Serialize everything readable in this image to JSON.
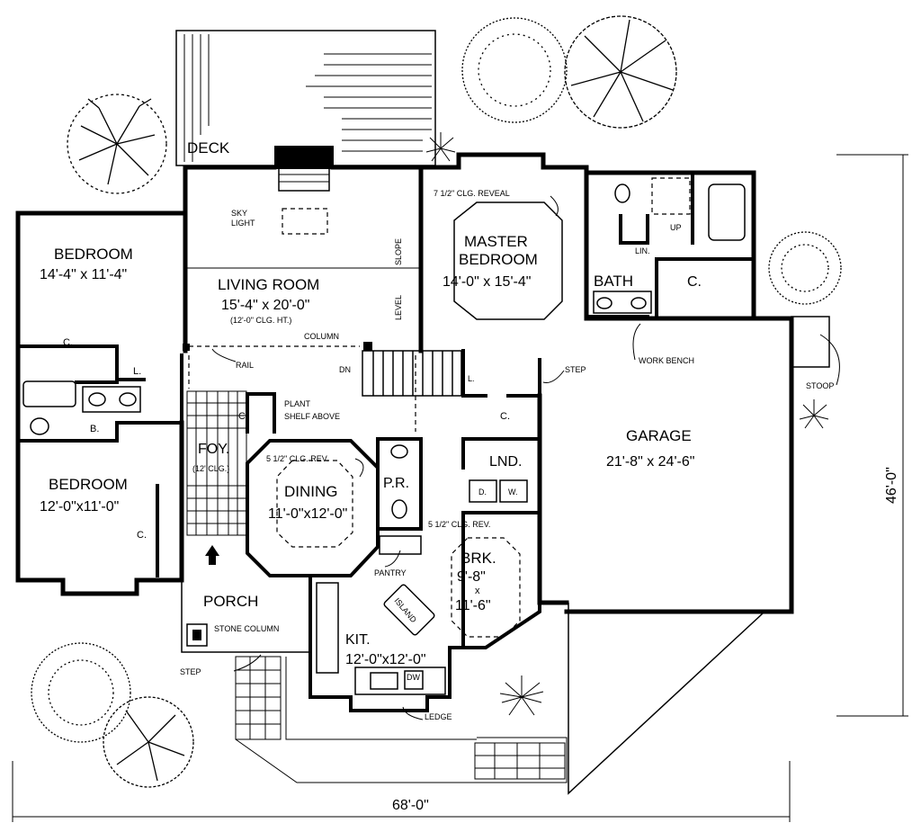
{
  "rooms": {
    "deck": "DECK",
    "skylight_1": "SKY",
    "skylight_2": "LIGHT",
    "bedroom_1_name": "BEDROOM",
    "bedroom_1_dim": "14'-4\" x 11'-4\"",
    "living_name": "LIVING ROOM",
    "living_dim": "15'-4\" x 20'-0\"",
    "living_clg": "(12'-0\" CLG. HT.)",
    "level": "LEVEL",
    "slope": "SLOPE",
    "column": "COLUMN",
    "clg_reveal": "7 1/2\" CLG. REVEAL",
    "master_1": "MASTER",
    "master_2": "BEDROOM",
    "master_dim": "14'-0\" x 15'-4\"",
    "bath": "BATH",
    "up": "UP",
    "lin": "LIN.",
    "closet": "C.",
    "rail": "RAIL",
    "dn": "DN",
    "step": "STEP",
    "work_bench": "WORK BENCH",
    "stoop": "STOOP",
    "plant_shelf_1": "PLANT",
    "plant_shelf_2": "SHELF ABOVE",
    "linen": "L.",
    "bath_b": "B.",
    "foyer": "FOY.",
    "foyer_clg": "(12' CLG.)",
    "dining_rev": "5 1/2\" CLG. REV.",
    "dining_name": "DINING",
    "dining_dim": "11'-0\"x12'-0\"",
    "powder": "P.R.",
    "laundry": "LND.",
    "washer": "W.",
    "dryer": "D.",
    "garage_name": "GARAGE",
    "garage_dim": "21'-8\" x 24'-6\"",
    "bedroom_2_name": "BEDROOM",
    "bedroom_2_dim": "12'-0\"x11'-0\"",
    "brk_rev": "5 1/2\" CLG. REV.",
    "brk_name": "BRK.",
    "brk_dim_1": "9'-8\"",
    "brk_dim_x": "x",
    "brk_dim_2": "11'-6\"",
    "pantry": "PANTRY",
    "island": "ISLAND",
    "porch": "PORCH",
    "stone_column": "STONE COLUMN",
    "kit_name": "KIT.",
    "kit_dim": "12'-0\"x12'-0\"",
    "dw": "DW",
    "ledge": "LEDGE"
  },
  "dimensions": {
    "width": "68'-0\"",
    "depth": "46'-0\""
  }
}
